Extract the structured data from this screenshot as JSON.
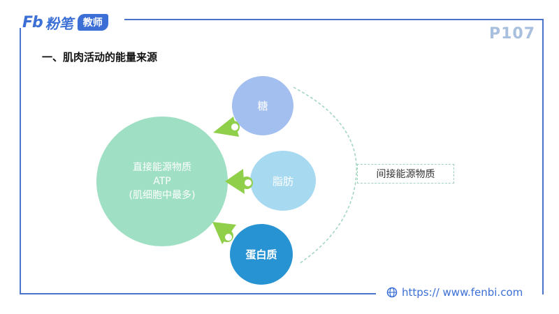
{
  "logo": {
    "mark": "Fb",
    "name": "粉笔",
    "badge": "教师"
  },
  "page_number": "P107",
  "title": "一、肌肉活动的能量来源",
  "direct_source": {
    "line1": "直接能源物质",
    "line2": "ATP",
    "line3": "(肌细胞中最多)"
  },
  "sources": {
    "sugar": "糖",
    "fat": "脂肪",
    "protein": "蛋白质"
  },
  "indirect_label": "间接能源物质",
  "footer": {
    "url": "https:// www.fenbi.com",
    "icon": "globe-icon"
  },
  "colors": {
    "frame": "#4a74c9",
    "main_circle": "#9fe0c4",
    "sugar": "#a3bff0",
    "fat": "#a7d9f0",
    "protein": "#2893d2",
    "arrow": "#8fcf4a"
  }
}
